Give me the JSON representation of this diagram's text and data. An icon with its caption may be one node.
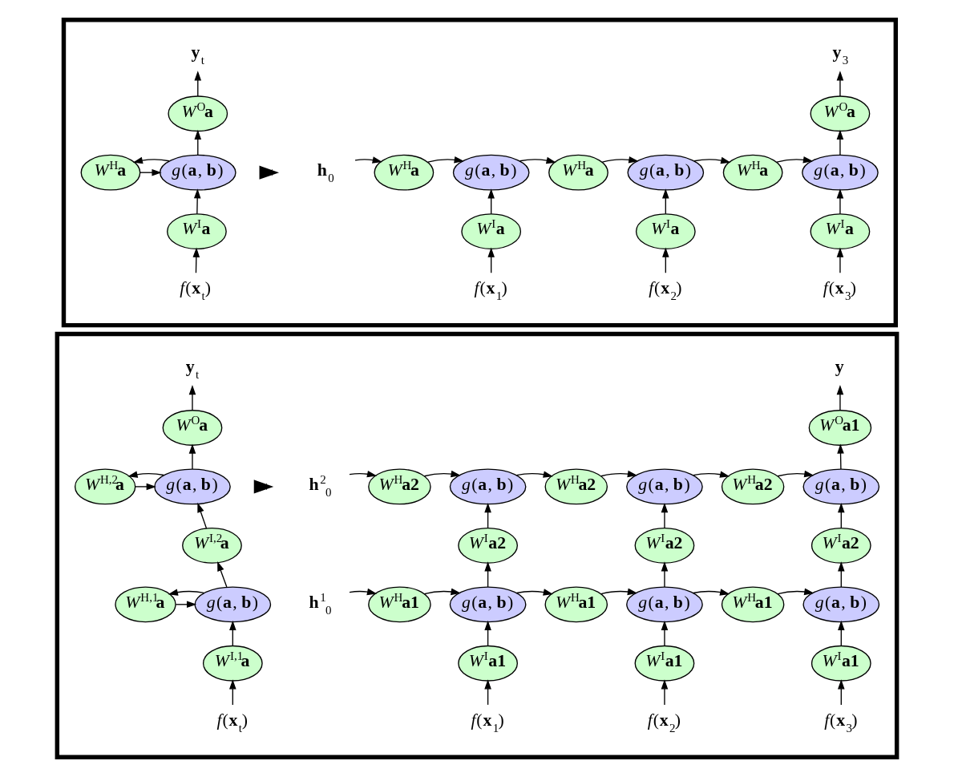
{
  "diagram": {
    "nodes": [
      {
        "text": [],
        "shape": "box"
      },
      {
        "text": [
          "**y**$_{t}$"
        ],
        "in": 0
      },
      {
        "text": [
          "*W*$^{O}$**a**"
        ],
        "in": 0
      },
      {
        "text": [
          "*W*$^{H}$**a**"
        ],
        "in": 0
      },
      {
        "text": [
          "*g*(**a**, **b**)"
        ],
        "in": 0
      },
      {
        "text": [
          "*W*$^{I}$**a**"
        ],
        "in": 0
      },
      {
        "text": [
          "*f*(**x**$_{t}$)"
        ],
        "in": 0
      },
      {
        "text": [
          "**h**$_{0}$"
        ],
        "in": 0
      },
      {
        "text": [
          "*W*$^{H}$**a**"
        ],
        "in": 0
      },
      {
        "text": [
          "*g*(**a**, **b**)"
        ],
        "in": 0
      },
      {
        "text": [
          "*W*$^{H}$**a**"
        ],
        "in": 0
      },
      {
        "text": [
          "*g*(**a**, **b**)"
        ],
        "in": 0
      },
      {
        "text": [
          "*W*$^{H}$**a**"
        ],
        "in": 0
      },
      {
        "text": [
          "*g*(**a**, **b**)"
        ],
        "in": 0
      },
      {
        "text": [
          "**y**$_{3}$"
        ],
        "in": 0
      },
      {
        "text": [
          "*W*$^{O}$**a**"
        ],
        "in": 0
      },
      {
        "text": [
          "*W*$^{I}$**a**"
        ],
        "in": 0
      },
      {
        "text": [
          "*W*$^{I}$**a**"
        ],
        "in": 0
      },
      {
        "text": [
          "*W*$^{I}$**a**"
        ],
        "in": 0
      },
      {
        "text": [
          "*f*(**x**$_{1}$)"
        ],
        "in": 0
      },
      {
        "text": [
          "*f*(**x**$_{2}$)"
        ],
        "in": 0
      },
      {
        "text": [
          "*f*(**x**$_{3}$)"
        ],
        "in": 0
      },
      {
        "text": [],
        "shape": "box"
      },
      {
        "text": [
          "**y**$_{t}$"
        ],
        "in": 22
      },
      {
        "text": [
          "*W*$^{O}$**a**"
        ],
        "in": 22
      },
      {
        "text": [
          "*W*$^{H,2}$**a**"
        ],
        "in": 22
      },
      {
        "text": [
          "*g*(**a**, **b**)"
        ],
        "in": 22
      },
      {
        "text": [
          "*W*$^{I,2}$**a**"
        ],
        "in": 22
      },
      {
        "text": [
          "*W*$^{H,1}$**a**"
        ],
        "in": 22
      },
      {
        "text": [
          "*g*(**a**, **b**)"
        ],
        "in": 22
      },
      {
        "text": [
          "*W*$^{I,1}$**a**"
        ],
        "in": 22
      },
      {
        "text": [
          "*f*(**x**$_{t}$)"
        ],
        "in": 22
      },
      {
        "text": [
          "**y**"
        ],
        "in": 22
      },
      {
        "text": [
          "*W*$^{O}$**a1**"
        ],
        "in": 22
      },
      {
        "text": [
          "**h**$^{2}$$_{0}$"
        ],
        "in": 22
      },
      {
        "text": [
          "*W*$^{H}$**a2**"
        ],
        "in": 22
      },
      {
        "text": [
          "*g*(**a**, **b**)"
        ],
        "in": 22
      },
      {
        "text": [
          "*W*$^{H}$**a2**"
        ],
        "in": 22
      },
      {
        "text": [
          "*g*(**a**, **b**)"
        ],
        "in": 22
      },
      {
        "text": [
          "*W*$^{H}$**a2**"
        ],
        "in": 22
      },
      {
        "text": [
          "*g*(**a**, **b**)"
        ],
        "in": 22
      },
      {
        "text": [
          "*W*$^{I}$**a2**"
        ],
        "in": 22
      },
      {
        "text": [
          "*W*$^{I}$**a2**"
        ],
        "in": 22
      },
      {
        "text": [
          "*W*$^{I}$**a2**"
        ],
        "in": 22
      },
      {
        "text": [
          "**h**$^{1}$$_{0}$"
        ],
        "in": 22
      },
      {
        "text": [
          "*W*$^{H}$**a1**"
        ],
        "in": 22
      },
      {
        "text": [
          "*g*(**a**, **b**)"
        ],
        "in": 22
      },
      {
        "text": [
          "*W*$^{H}$**a1**"
        ],
        "in": 22
      },
      {
        "text": [
          "*g*(**a**, **b**)"
        ],
        "in": 22
      },
      {
        "text": [
          "*W*$^{H}$**a1**"
        ],
        "in": 22
      },
      {
        "text": [
          "*g*(**a**, **b**)"
        ],
        "in": 22
      },
      {
        "text": [
          "*W*$^{I}$**a1**"
        ],
        "in": 22
      },
      {
        "text": [
          "*W*$^{I}$**a1**"
        ],
        "in": 22
      },
      {
        "text": [
          "*W*$^{I}$**a1**"
        ],
        "in": 22
      },
      {
        "text": [
          "*f*(**x**$_{1}$)"
        ],
        "in": 22
      },
      {
        "text": [
          "*f*(**x**$_{2}$)"
        ],
        "in": 22
      },
      {
        "text": [
          "*f*(**x**$_{3}$)"
        ],
        "in": 22
      }
    ],
    "edges": [
      {
        "from": 6,
        "to": 5,
        "arrow": "to"
      },
      {
        "from": 5,
        "to": 4,
        "arrow": "to"
      },
      {
        "from": 4,
        "to": 2,
        "arrow": "to"
      },
      {
        "from": 2,
        "to": 1,
        "arrow": "to"
      },
      {
        "from": 4,
        "to": 3,
        "arrow": "to"
      },
      {
        "from": 3,
        "to": 4,
        "arrow": "to"
      },
      {
        "from": 7,
        "to": 8,
        "arrow": "to"
      },
      {
        "from": 8,
        "to": 9,
        "arrow": "to"
      },
      {
        "from": 9,
        "to": 10,
        "arrow": "to"
      },
      {
        "from": 10,
        "to": 11,
        "arrow": "to"
      },
      {
        "from": 11,
        "to": 12,
        "arrow": "to"
      },
      {
        "from": 12,
        "to": 13,
        "arrow": "to"
      },
      {
        "from": 13,
        "to": 15,
        "arrow": "to"
      },
      {
        "from": 15,
        "to": 14,
        "arrow": "to"
      },
      {
        "from": 19,
        "to": 16,
        "arrow": "to"
      },
      {
        "from": 16,
        "to": 9,
        "arrow": "to"
      },
      {
        "from": 20,
        "to": 17,
        "arrow": "to"
      },
      {
        "from": 17,
        "to": 11,
        "arrow": "to"
      },
      {
        "from": 21,
        "to": 18,
        "arrow": "to"
      },
      {
        "from": 18,
        "to": 13,
        "arrow": "to"
      },
      {
        "from": 31,
        "to": 30,
        "arrow": "to"
      },
      {
        "from": 30,
        "to": 29,
        "arrow": "to"
      },
      {
        "from": 29,
        "to": 27,
        "arrow": "to"
      },
      {
        "from": 27,
        "to": 26,
        "arrow": "to"
      },
      {
        "from": 26,
        "to": 24,
        "arrow": "to"
      },
      {
        "from": 24,
        "to": 23,
        "arrow": "to"
      },
      {
        "from": 26,
        "to": 25,
        "arrow": "to"
      },
      {
        "from": 25,
        "to": 26,
        "arrow": "to"
      },
      {
        "from": 29,
        "to": 28,
        "arrow": "to"
      },
      {
        "from": 28,
        "to": 29,
        "arrow": "to"
      },
      {
        "from": 34,
        "to": 35,
        "arrow": "to"
      },
      {
        "from": 35,
        "to": 36,
        "arrow": "to"
      },
      {
        "from": 36,
        "to": 37,
        "arrow": "to"
      },
      {
        "from": 37,
        "to": 38,
        "arrow": "to"
      },
      {
        "from": 38,
        "to": 39,
        "arrow": "to"
      },
      {
        "from": 39,
        "to": 40,
        "arrow": "to"
      },
      {
        "from": 40,
        "to": 33,
        "arrow": "to"
      },
      {
        "from": 33,
        "to": 32,
        "arrow": "to"
      },
      {
        "from": 44,
        "to": 45,
        "arrow": "to"
      },
      {
        "from": 45,
        "to": 46,
        "arrow": "to"
      },
      {
        "from": 46,
        "to": 47,
        "arrow": "to"
      },
      {
        "from": 47,
        "to": 48,
        "arrow": "to"
      },
      {
        "from": 48,
        "to": 49,
        "arrow": "to"
      },
      {
        "from": 49,
        "to": 50,
        "arrow": "to"
      },
      {
        "from": 54,
        "to": 51,
        "arrow": "to"
      },
      {
        "from": 51,
        "to": 46,
        "arrow": "to"
      },
      {
        "from": 46,
        "to": 41,
        "arrow": "to"
      },
      {
        "from": 41,
        "to": 36,
        "arrow": "to"
      },
      {
        "from": 55,
        "to": 52,
        "arrow": "to"
      },
      {
        "from": 52,
        "to": 48,
        "arrow": "to"
      },
      {
        "from": 48,
        "to": 42,
        "arrow": "to"
      },
      {
        "from": 42,
        "to": 38,
        "arrow": "to"
      },
      {
        "from": 56,
        "to": 53,
        "arrow": "to"
      },
      {
        "from": 53,
        "to": 50,
        "arrow": "to"
      },
      {
        "from": 50,
        "to": 43,
        "arrow": "to"
      },
      {
        "from": 43,
        "to": 40,
        "arrow": "to"
      }
    ]
  }
}
